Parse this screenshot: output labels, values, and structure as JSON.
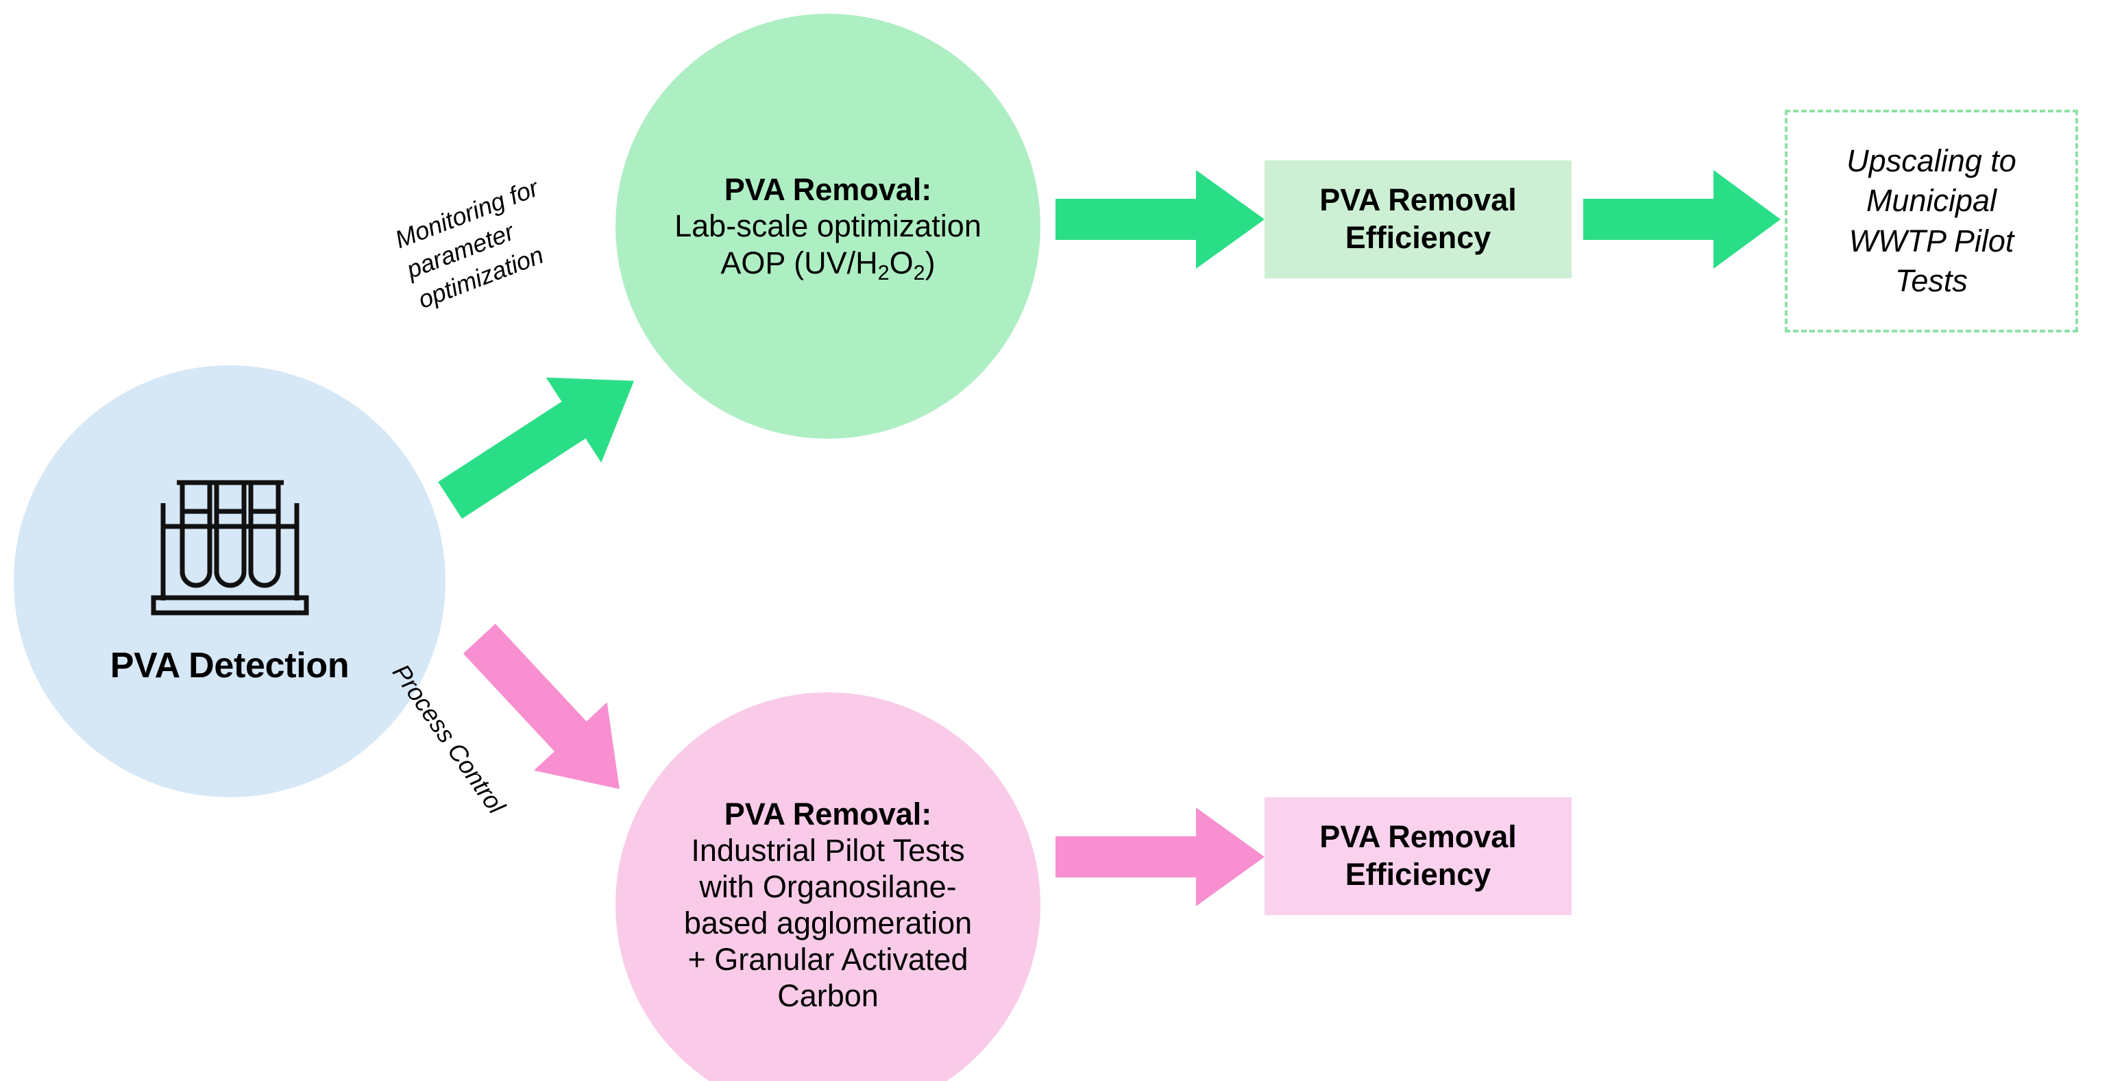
{
  "diagram": {
    "title": "PVA detection and removal workflow",
    "background": "#ffffff"
  },
  "colors": {
    "detection_fill": "#d6e7f6",
    "aop_fill": "#aeeec3",
    "industrial_fill": "#f9cbe8",
    "green_arrow": "#2ade87",
    "pink_arrow": "#f78fd0",
    "green_result_fill": "#cdf0d4",
    "pink_result_fill": "#fbd2ee",
    "dashed_border": "#8fe0a6",
    "text": "#000000"
  },
  "nodes": {
    "detection": {
      "label": "PVA Detection",
      "icon": "test-tube-rack-icon"
    },
    "aop_removal": {
      "title": "PVA Removal:",
      "line1": "Lab-scale optimization",
      "line2_prefix": "AOP (UV/H",
      "line2_sub1": "2",
      "line2_mid": "O",
      "line2_sub2": "2",
      "line2_suffix": ")"
    },
    "industrial_removal": {
      "title": "PVA Removal:",
      "line1": "Industrial Pilot Tests",
      "line2": "with Organosilane-",
      "line3": "based agglomeration",
      "line4": "+ Granular Activated",
      "line5": "Carbon"
    }
  },
  "results": {
    "green_efficiency": {
      "line1": "PVA Removal",
      "line2": "Efficiency"
    },
    "pink_efficiency": {
      "line1": "PVA Removal",
      "line2": "Efficiency"
    }
  },
  "outcome": {
    "upscaling": {
      "line1": "Upscaling to",
      "line2": "Municipal",
      "line3": "WWTP Pilot",
      "line4": "Tests"
    }
  },
  "edges": {
    "monitoring": {
      "label": "Monitoring for\nparameter\noptimization",
      "color": "#2ade87"
    },
    "process_control": {
      "label": "Process Control",
      "color": "#f78fd0"
    },
    "aop_to_efficiency": {
      "label": "",
      "color": "#2ade87"
    },
    "efficiency_to_upscaling": {
      "label": "",
      "color": "#2ade87"
    },
    "industrial_to_efficiency": {
      "label": "",
      "color": "#f78fd0"
    }
  }
}
